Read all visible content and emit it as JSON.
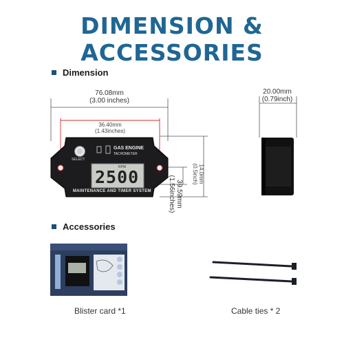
{
  "title": "DIMENSION & ACCESSORIES",
  "sections": {
    "dimension": "Dimension",
    "accessories": "Accessories"
  },
  "dimensions": {
    "overall_width_mm": "76.08mm",
    "overall_width_in": "(3.00 inches)",
    "hole_spacing_mm": "36.40mm",
    "hole_spacing_in": "(1.43inches)",
    "height_mm": "39.59mm",
    "height_in": "(1.56inches)",
    "screen_height_mm": "14.0mm",
    "screen_height_in": "(0.5inch)",
    "depth_mm": "20.00mm",
    "depth_in": "(0.79inch)"
  },
  "device": {
    "brand_line1": "GAS ENGINE",
    "brand_line2": "TACHOMETER",
    "select_label": "SELECT",
    "rpm_label": "RPM",
    "display_value": "2500",
    "bottom_label": "MAINTENANCE AND TIMER SYSTEM"
  },
  "accessories": {
    "blister_card": "Blister card *1",
    "cable_ties": "Cable ties * 2"
  },
  "colors": {
    "title": "#1f6694",
    "dimension_red": "#d22b2b",
    "device_body": "#1c1c1f",
    "lcd": "#c9ccc6"
  }
}
